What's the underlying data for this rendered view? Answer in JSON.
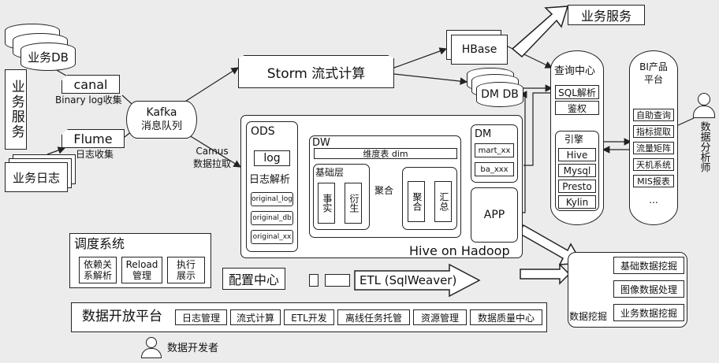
{
  "left": {
    "business_vertical": "业务服务",
    "business_db": "业务DB",
    "canal": "canal",
    "binary_log": "Binary log收集",
    "flume": "Flume",
    "log_collect": "日志收集",
    "business_log": "业务日志"
  },
  "kafka": {
    "title": "Kafka",
    "subtitle": "消息队列"
  },
  "camus": {
    "line1": "Camus",
    "line2": "数据拉取"
  },
  "storm": "Storm 流式计算",
  "hbase": "HBase",
  "dmdb": "DM DB",
  "top_service": "业务服务",
  "hive": {
    "label": "Hive on Hadoop",
    "ods": {
      "title": "ODS",
      "log": "log",
      "parse": "日志解析",
      "items": [
        "original_log",
        "original_db",
        "original_xx"
      ]
    },
    "dw": {
      "title": "DW",
      "dim": "维度表 dim",
      "base": "基础层",
      "fact": "事实",
      "derived": "衍生",
      "agg_arrow": "聚合",
      "agg": "聚合",
      "summary": "汇总"
    },
    "dm": {
      "title": "DM",
      "items": [
        "mart_xx",
        "ba_xxx"
      ]
    },
    "app": "APP"
  },
  "query_center": {
    "title": "查询中心",
    "sql_parse": "SQL解析",
    "auth": "鉴权",
    "engine": "引擎",
    "engines": [
      "Hive",
      "Mysql",
      "Presto",
      "Kylin"
    ]
  },
  "bi": {
    "title": "BI产品平台",
    "items": [
      "自助查询",
      "指标提取",
      "流量矩阵",
      "天机系统",
      "MIS报表",
      "..."
    ]
  },
  "analyst": "数据分析师",
  "scheduler": {
    "title": "调度系统",
    "items": [
      "依赖关系解析",
      "Reload管理",
      "执行展示"
    ]
  },
  "config_center": "配置中心",
  "etl": "ETL (SqlWeaver)",
  "mining": {
    "label": "数据挖掘",
    "items": [
      "基础数据挖掘",
      "图像数据处理",
      "业务数据挖掘"
    ]
  },
  "platform": {
    "title": "数据开放平台",
    "items": [
      "日志管理",
      "流式计算",
      "ETL开发",
      "离线任务托管",
      "资源管理",
      "数据质量中心"
    ]
  },
  "developer": "数据开发者"
}
